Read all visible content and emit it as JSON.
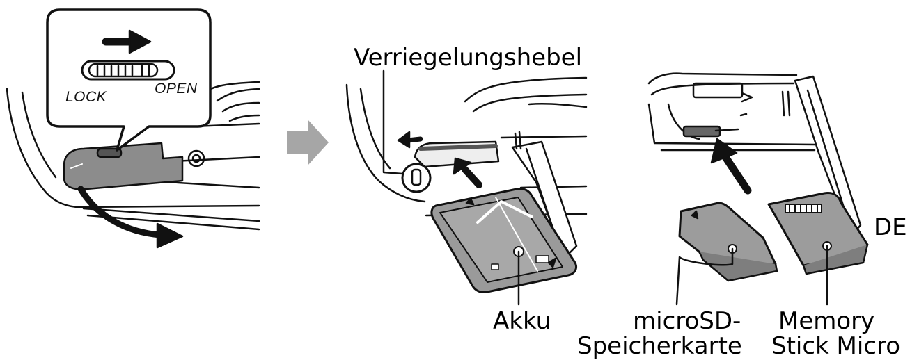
{
  "step1": {
    "lock_label": "LOCK",
    "open_label": "OPEN"
  },
  "step2": {
    "lever_label": "Verriegelungshebel",
    "battery_label": "Akku"
  },
  "step3": {
    "microsd_label_line1": "microSD-",
    "microsd_label_line2": "Speicherkarte",
    "memorystick_label_line1": "Memory",
    "memorystick_label_line2": "Stick Micro"
  },
  "language_code": "DE",
  "colors": {
    "line": "#111111",
    "panel_gray": "#8c8c8c",
    "battery_gray": "#9a9a9a",
    "card_gray": "#9c9c9c",
    "step_arrow": "#a6a6a6"
  }
}
